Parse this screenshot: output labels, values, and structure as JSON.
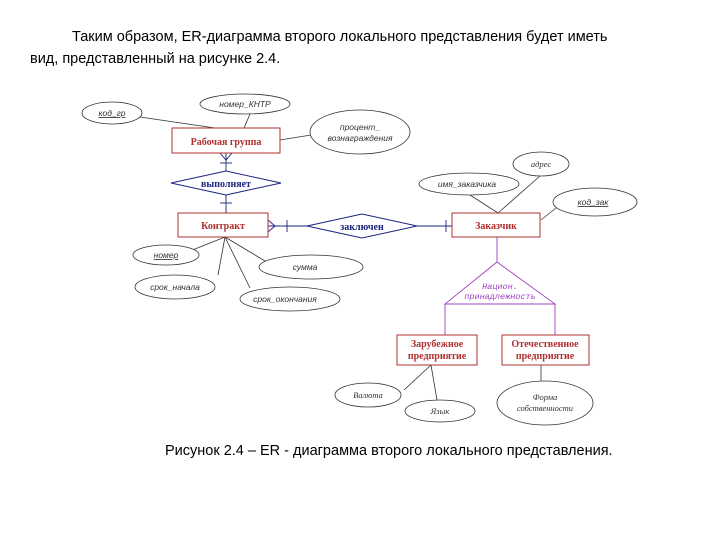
{
  "text": {
    "line1": "Таким образом, ER-диаграмма второго локального представления будет иметь",
    "line2": "вид, представленный на рисунке 2.4.",
    "caption": "Рисунок 2.4 – ER - диаграмма второго локального представления."
  },
  "diagram": {
    "entities": {
      "work_group": "Рабочая группа",
      "contract": "Контракт",
      "customer": "Заказчик",
      "foreign_line1": "Зарубежное",
      "foreign_line2": "предприятие",
      "domestic_line1": "Отечественное",
      "domestic_line2": "предприятие"
    },
    "relationships": {
      "performs": "выполняет",
      "concluded": "заключен"
    },
    "specialization": {
      "line1": "Национ.",
      "line2": "принадлежность"
    },
    "attributes": {
      "kod_gr": "код_гр",
      "nomer_kntr": "номер_КНТР",
      "percent_line1": "процент_",
      "percent_line2": "вознаграждения",
      "nomer": "номер",
      "summa": "сумма",
      "srok_nachala": "срок_начала",
      "srok_okonchaniya": "срок_окончания",
      "adres": "адрес",
      "imya_zakazchika": "имя_заказчика",
      "kod_zak": "код_зак",
      "valyuta": "Валюта",
      "yazyk": "Язык",
      "forma_line1": "Форма",
      "forma_line2": "собственности"
    }
  }
}
